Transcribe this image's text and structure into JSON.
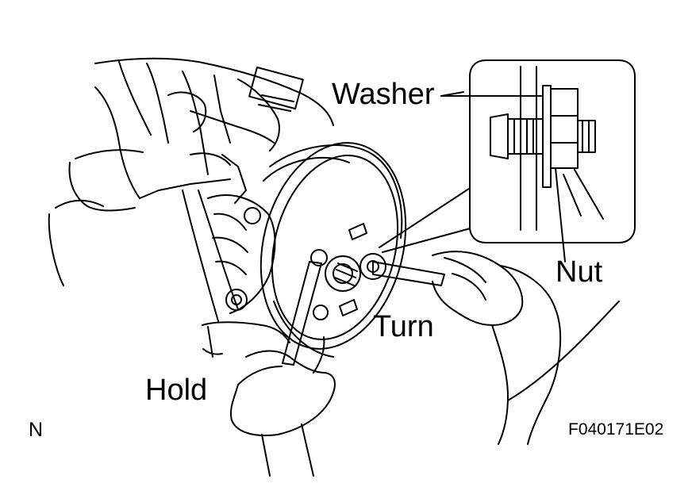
{
  "labels": {
    "washer": "Washer",
    "nut": "Nut",
    "turn": "Turn",
    "hold": "Hold",
    "orientation": "N",
    "figure_code": "F040171E02"
  },
  "colors": {
    "ink": "#000000",
    "paper": "#ffffff"
  }
}
